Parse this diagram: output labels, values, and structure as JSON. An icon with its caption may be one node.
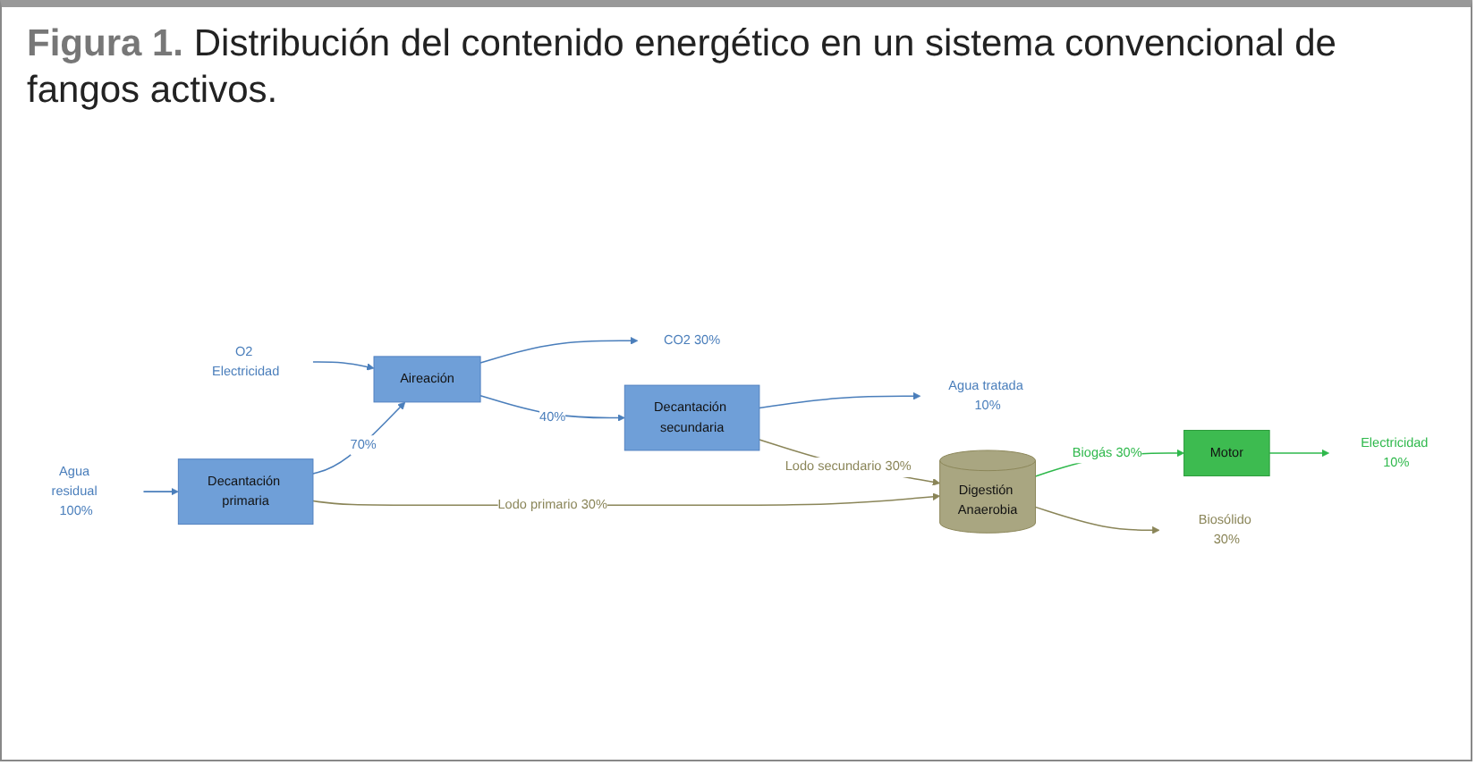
{
  "diagram": {
    "title": "**Figura 1.** Distribución del contenido energético en un sistema convencional de fangos activos.",
    "nodes": [
      {
        "text": [
          "CO2 30%"
        ]
      },
      {
        "text": [
          "Agua residual 100%"
        ]
      },
      {
        "text": [
          "Decantación primaria"
        ]
      },
      {
        "text": [
          "Aireación"
        ]
      },
      {
        "text": [
          "Decantación secundaria"
        ]
      },
      {
        "text": [
          "Agua tratada 10%"
        ]
      },
      {
        "text": [
          "O2 Electricidad"
        ]
      },
      {
        "text": [
          "Motor"
        ]
      },
      {
        "text": [
          "Electricidad 10%"
        ]
      },
      {
        "text": [
          "Digestión Anaerobia"
        ]
      },
      {
        "text": [
          "Biosólido 30%"
        ]
      }
    ],
    "edges": [
      {
        "from": 1,
        "to": 2,
        "arrow": "to"
      },
      {
        "from": 2,
        "to": 3,
        "arrow": "to",
        "label": "70%"
      },
      {
        "from": 3,
        "to": 0,
        "arrow": "to"
      },
      {
        "from": 6,
        "to": 3,
        "arrow": "to"
      },
      {
        "from": 3,
        "to": 4,
        "arrow": "to",
        "label": "40%"
      },
      {
        "from": 4,
        "to": 5,
        "arrow": "to"
      },
      {
        "from": 2,
        "to": 9,
        "arrow": "to",
        "label": "Lodo primario 30%",
        "color": "#8a8558"
      },
      {
        "from": 4,
        "to": 9,
        "arrow": "to",
        "label": "Lodo secundario 30%",
        "color": "#8a8558"
      },
      {
        "from": 9,
        "to": 7,
        "arrow": "to",
        "label": "Biogás 30%",
        "color": "#2eb84b"
      },
      {
        "from": 7,
        "to": 8,
        "arrow": "to",
        "color": "#2eb84b"
      },
      {
        "from": 9,
        "to": 10,
        "arrow": "to",
        "color": "#8a8558"
      }
    ]
  }
}
